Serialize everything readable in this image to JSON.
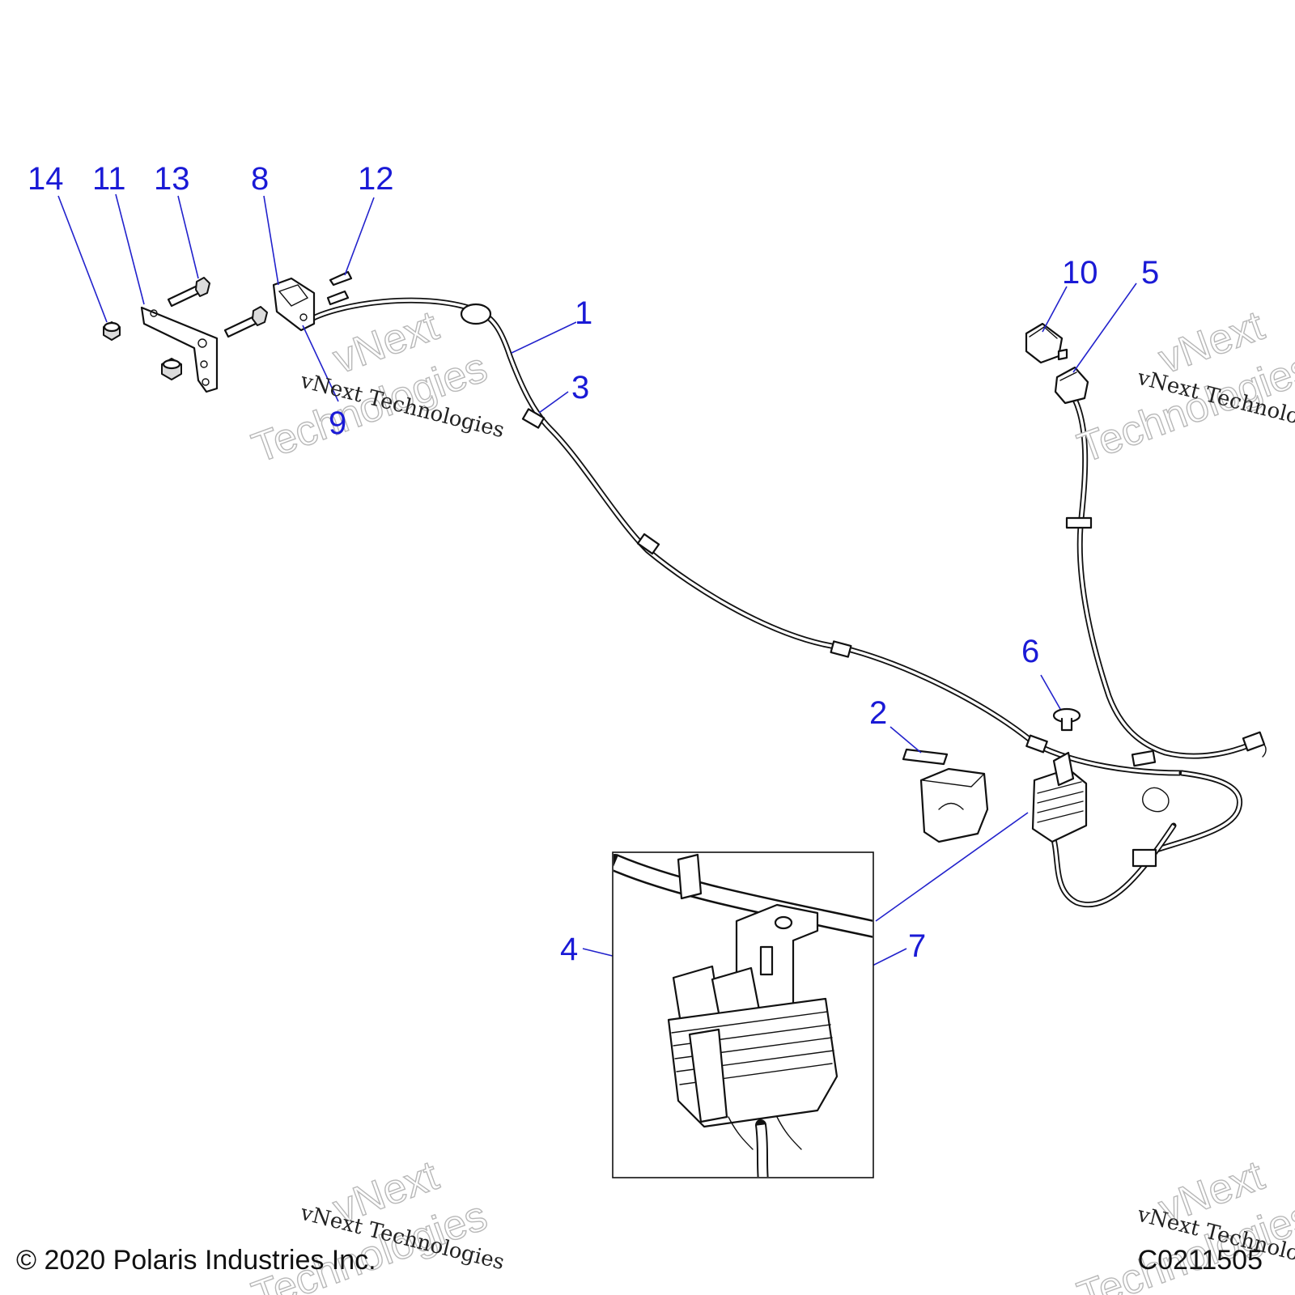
{
  "callouts": [
    {
      "id": "14",
      "label": "14"
    },
    {
      "id": "11",
      "label": "11"
    },
    {
      "id": "13",
      "label": "13"
    },
    {
      "id": "8",
      "label": "8"
    },
    {
      "id": "12",
      "label": "12"
    },
    {
      "id": "1",
      "label": "1"
    },
    {
      "id": "3",
      "label": "3"
    },
    {
      "id": "9",
      "label": "9"
    },
    {
      "id": "10",
      "label": "10"
    },
    {
      "id": "5",
      "label": "5"
    },
    {
      "id": "6",
      "label": "6"
    },
    {
      "id": "2",
      "label": "2"
    },
    {
      "id": "4",
      "label": "4"
    },
    {
      "id": "7",
      "label": "7"
    }
  ],
  "watermark": {
    "line_small": "vNext Technologies",
    "line_big_top": "vNext",
    "line_big_bottom": "Technologies"
  },
  "footer": {
    "copyright": "© 2020 Polaris Industries Inc.",
    "code": "C0211505"
  },
  "colors": {
    "callout": "#1a1ad6",
    "line": "#111111"
  }
}
